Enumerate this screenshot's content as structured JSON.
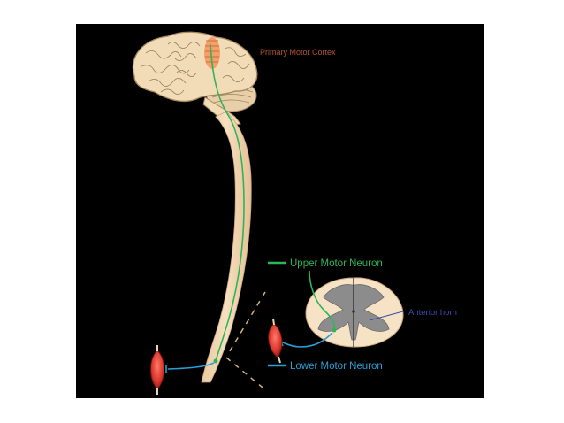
{
  "labels": {
    "primary_motor_cortex": "Primary Motor Cortex",
    "upper_motor_neuron": "Upper Motor Neuron",
    "anterior_horn": "Anterior horn",
    "lower_motor_neuron": "Lower Motor Neuron"
  },
  "colors": {
    "background": "#000000",
    "tissue": "#f3d9b6",
    "upper_neuron": "#2fb45a",
    "lower_neuron": "#2a9fd6",
    "cortex_highlight": "#f0915a",
    "cortex_label": "#b4532f",
    "anterior_horn_label": "#3d4bb0",
    "muscle": "#d9342a",
    "grey_matter": "#8c8c8c"
  }
}
